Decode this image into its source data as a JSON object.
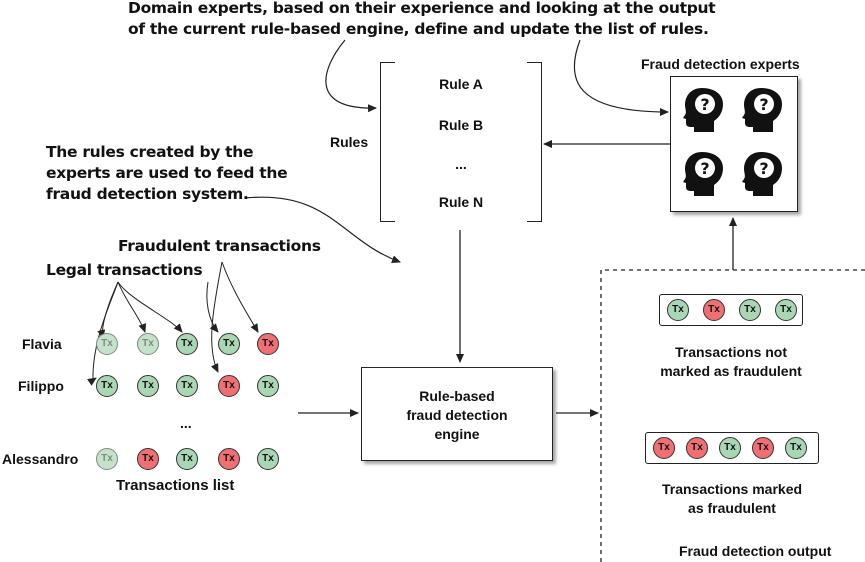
{
  "annotations": {
    "top_line1": "Domain experts, based on their experience and looking at the output",
    "top_line2": "of the current rule-based engine, define and update the list of rules.",
    "left_line1": "The rules created by the",
    "left_line2": "experts are used to feed the",
    "left_line3": "fraud detection system.",
    "fraudulent": "Fraudulent transactions",
    "legal": "Legal transactions"
  },
  "rules": {
    "label": "Rules",
    "items": [
      "Rule A",
      "Rule B",
      "...",
      "Rule N"
    ]
  },
  "experts": {
    "title": "Fraud detection experts",
    "icons": [
      "head-question-icon",
      "head-question-icon",
      "head-question-icon",
      "head-question-icon"
    ]
  },
  "engine": {
    "line1": "Rule-based",
    "line2": "fraud detection",
    "line3": "engine"
  },
  "transactions": {
    "tx_label": "Tx",
    "list_label": "Transactions list",
    "ellipsis": "...",
    "users": [
      {
        "name": "Flavia",
        "txs": [
          "legal-faded",
          "legal-faded",
          "legal",
          "legal",
          "fraud"
        ]
      },
      {
        "name": "Filippo",
        "txs": [
          "legal",
          "legal",
          "legal",
          "fraud",
          "legal"
        ]
      },
      {
        "name": "Alessandro",
        "txs": [
          "legal-faded",
          "fraud",
          "legal",
          "fraud",
          "legal"
        ]
      }
    ]
  },
  "output": {
    "not_fraud_txs": [
      "legal",
      "fraud",
      "legal",
      "legal"
    ],
    "not_fraud_label1": "Transactions not",
    "not_fraud_label2": "marked as fraudulent",
    "fraud_txs": [
      "fraud",
      "fraud",
      "legal",
      "fraud",
      "legal"
    ],
    "fraud_label1": "Transactions marked",
    "fraud_label2": "as fraudulent",
    "title": "Fraud detection output"
  },
  "colors": {
    "legal": "#a9d7b4",
    "fraud": "#ef6f73"
  }
}
